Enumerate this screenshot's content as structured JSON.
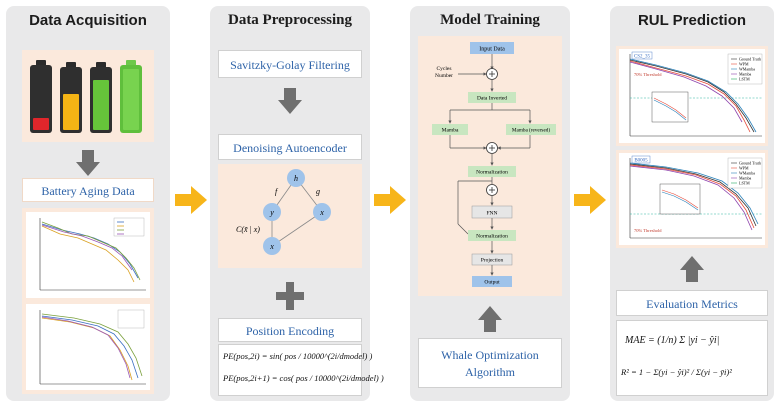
{
  "panels": {
    "acquisition": {
      "title": "Data Acquisition",
      "label": "Battery Aging Data"
    },
    "preprocessing": {
      "title": "Data Preprocessing",
      "filtering": "Savitzky-Golay Filtering",
      "autoencoder": "Denoising Autoencoder",
      "position": "Position Encoding",
      "graph": {
        "h": "h",
        "y": "y",
        "x": "x",
        "f": "f",
        "g": "g",
        "c": "C(x̃ | x)"
      },
      "pe_even": "PE(pos,2i) = sin( pos / 10000^(2i/dmodel) )",
      "pe_odd": "PE(pos,2i+1) = cos( pos / 10000^(2i/dmodel) )"
    },
    "training": {
      "title": "Model Training",
      "nodes": {
        "input": "Input Data",
        "cycles": "Cycles\nNumber",
        "inverted": "Data Inverted",
        "mamba": "Mamba",
        "mamba_rev": "Mamba (reversed)",
        "norm1": "Normalization",
        "ffn": "FNN",
        "norm2": "Normalization",
        "projection": "Projection",
        "output": "Output"
      },
      "woa_line1": "Whale Optimization",
      "woa_line2": "Algorithm"
    },
    "rul": {
      "title": "RUL Prediction",
      "chart1_tag": "CS2_35",
      "chart2_tag": "B0005",
      "legend": [
        "Ground Truth",
        "WPM",
        "WMamba",
        "Mamba",
        "LSTM"
      ],
      "threshold": "70% Threshold",
      "metrics": "Evaluation Metrics",
      "mae": "MAE = (1/n) Σ |yi − ŷi|",
      "r2": "R² = 1 − Σ(yi − ŷi)² / Σ(yi − ȳi)²"
    }
  },
  "colors": {
    "panel": "#e9e9ea",
    "peach": "#fbe9dc",
    "accent_blue": "#2e63a8",
    "arrow_yellow": "#f7b51a",
    "arrow_gray": "#6f6f6f",
    "node_blue": "#9fc3ea",
    "node_green": "#c8e6c0"
  }
}
